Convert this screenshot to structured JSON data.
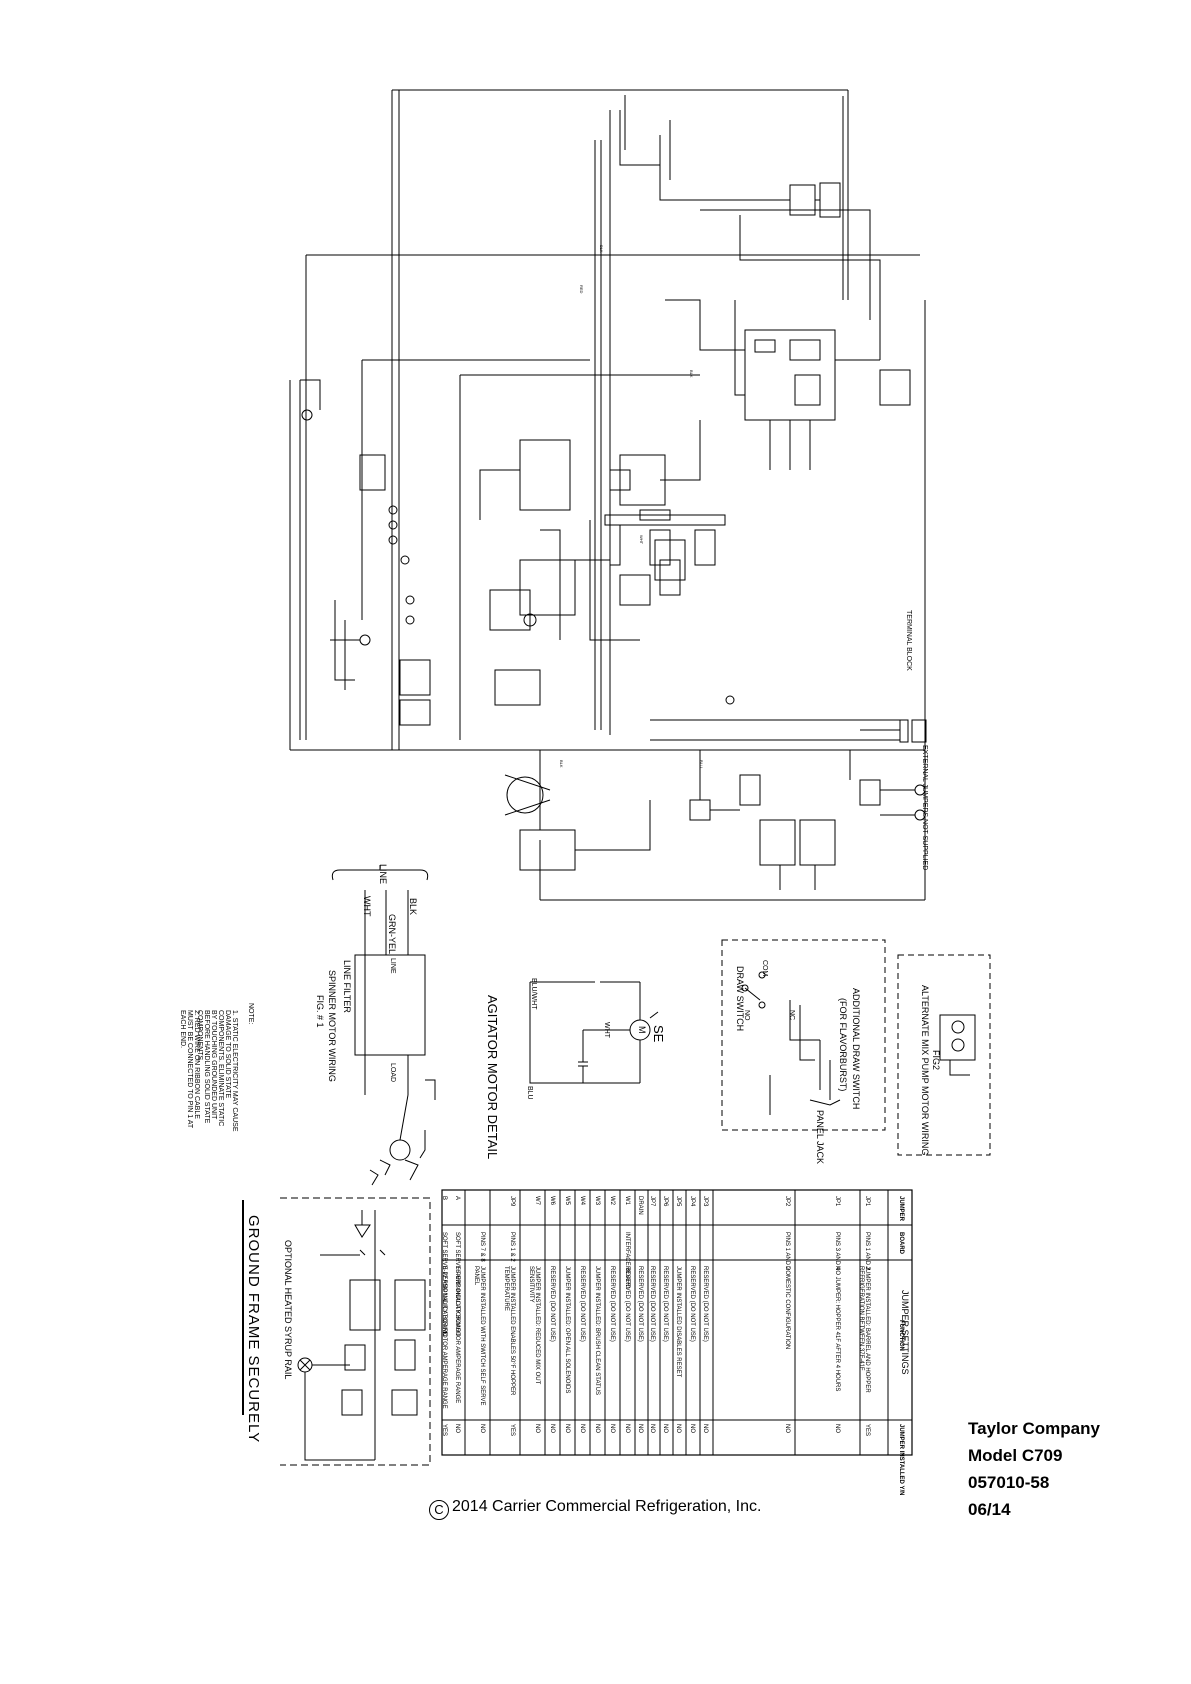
{
  "title_block": {
    "company": "Taylor Company",
    "model": "Model C709",
    "drawing_number": "057010-58",
    "date": "06/14"
  },
  "copyright": {
    "symbol": "C",
    "text": "2014 Carrier Commercial Refrigeration, Inc."
  },
  "labels": {
    "line": "LINE",
    "wht": "WHT",
    "grn_yel": "GRN-YEL",
    "blk": "BLK",
    "line_filter": "LINE FILTER",
    "line_in": "LINE",
    "load": "LOAD",
    "spinner_motor_wiring": "SPINNER MOTOR WIRING",
    "fig1": "FIG. # 1",
    "agitator_motor_detail": "AGITATOR MOTOR DETAIL",
    "se": "SE",
    "motor_m": "M",
    "blu_wht": "BLU/WHT",
    "wht_short": "WHT",
    "blu": "BLU",
    "add_draw_switch": "ADDITIONAL DRAW SWITCH",
    "for_flavorburst": "(FOR FLAVORBURST)",
    "draw_switch": "DRAW SWITCH",
    "com": "COM",
    "no": "NO",
    "nc": "NC",
    "panel_jack": "PANEL JACK",
    "fig2": "FIG2",
    "alt_mix_pump": "ALTERNATE MIX PUMP MOTOR WIRING",
    "ground_frame": "GROUND FRAME SECURELY",
    "optional_heated_rail": "OPTIONAL HEATED SYRUP RAIL",
    "note_title": "NOTE:",
    "note_1": "1. STATIC ELECTRICITY MAY CAUSE DAMAGE TO SOLID STATE COMPONENTS. ELIMINATE STATIC BY TOUCHING GROUNDED UNIT BEFORE HANDLING SOLID STATE COMPONENTS.",
    "note_2": "2. RED WIRE ON RIBBON CABLE MUST BE CONNECTED TO PIN 1 AT EACH END.",
    "jumper_settings": "JUMPER SETTINGS",
    "terminal_block": "TERMINAL BLOCK",
    "external_jumpers": "EXTERNAL JUMPERS NOT SUPPLIED"
  },
  "jumper_table": {
    "headers": [
      "JUMPER",
      "BOARD",
      "FUNCTION",
      "JUMPER INSTALLED Y/N"
    ],
    "rows": [
      [
        "JP1",
        "PINS 1 AND 2",
        "JUMPER INSTALLED: BARREL AND HOPPER REFRIGERATION BETWEEN 37F-41F",
        "YES"
      ],
      [
        "JP1",
        "PINS 3 AND 4",
        "NO JUMPER: HOPPER 41F AFTER 4 HOURS",
        "NO"
      ],
      [
        "JP2",
        "PINS 1 AND 2",
        "DOMESTIC CONFIGURATION",
        "NO"
      ],
      [
        "JP3",
        "",
        "RESERVED (DO NOT USE)",
        "NO"
      ],
      [
        "JP4",
        "",
        "RESERVED (DO NOT USE)",
        "NO"
      ],
      [
        "JP5",
        "",
        "JUMPER INSTALLED DISABLES RESET",
        "NO"
      ],
      [
        "JP6",
        "",
        "RESERVED (DO NOT USE)",
        "NO"
      ],
      [
        "JP7",
        "",
        "RESERVED (DO NOT USE)",
        "NO"
      ],
      [
        "DRAIN",
        "",
        "RESERVED (DO NOT USE)",
        "NO"
      ],
      [
        "W1",
        "INTERFACE BOARD",
        "RESERVED (DO NOT USE)",
        "NO"
      ],
      [
        "W2",
        "",
        "RESERVED (DO NOT USE)",
        "NO"
      ],
      [
        "W3",
        "",
        "JUMPER INSTALLED: BRUSH CLEAN STATUS",
        "NO"
      ],
      [
        "W4",
        "",
        "RESERVED (DO NOT USE)",
        "NO"
      ],
      [
        "W5",
        "",
        "JUMPER INSTALLED: OPEN ALL SOLENOIDS",
        "NO"
      ],
      [
        "W6",
        "",
        "RESERVED (DO NOT USE)",
        "NO"
      ],
      [
        "W7",
        "",
        "JUMPER INSTALLED: REDUCED MIX OUT SENSITIVITY",
        "NO"
      ],
      [
        "JP9",
        "PINS 1 & 2",
        "JUMPER INSTALLED ENABLES 50°F HOPPER TEMPERATURE",
        "YES"
      ],
      [
        "",
        "PINS 7 & 8",
        "JUMPER INSTALLED WITH SWITCH SELF SERVE PANEL",
        "NO"
      ],
      [
        "A",
        "SOFT SERVE PERSONALITY BOARD",
        "16 AMP INDICATOR/MOTOR AMPERAGE RANGE",
        "NO"
      ],
      [
        "B",
        "SOFT SERVE PERSONALITY BOARD",
        "8-12 AMP INDICATOR/MOTOR AMPERAGE RANGE",
        "YES"
      ]
    ]
  }
}
